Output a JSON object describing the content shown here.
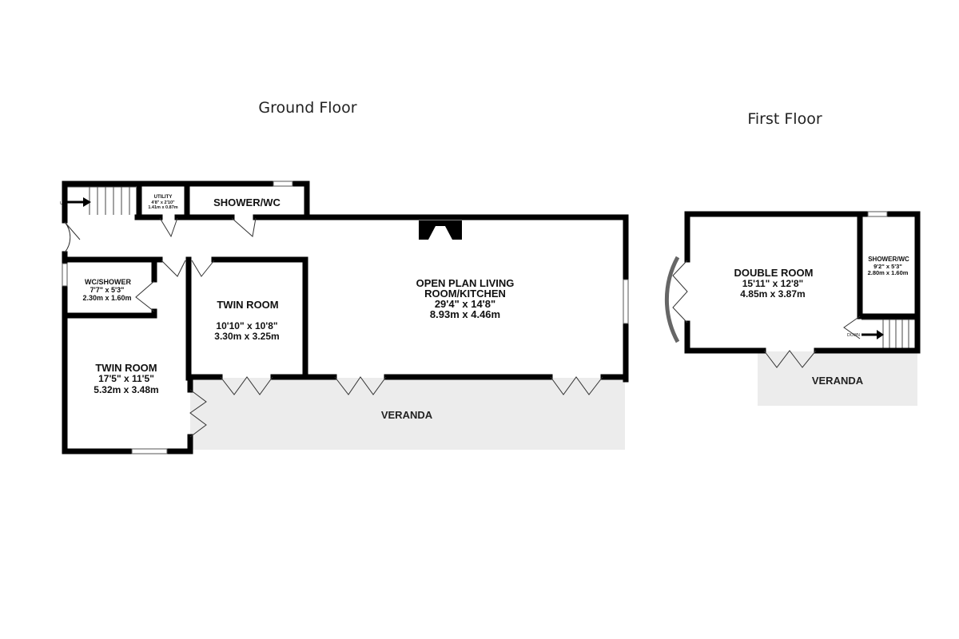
{
  "ground_floor": {
    "title": "Ground Floor",
    "up_label": "UP",
    "utility": {
      "name": "UTILITY",
      "imperial": "4'8\"  x 2'10\"",
      "metric": "1.41m  x 0.87m"
    },
    "shower_wc": {
      "name": "SHOWER/WC"
    },
    "wc_shower": {
      "name": "WC/SHOWER",
      "imperial": "7'7\"  x 5'3\"",
      "metric": "2.30m  x 1.60m"
    },
    "twin_room_small": {
      "name": "TWIN ROOM",
      "imperial": "10'10\"  x 10'8\"",
      "metric": "3.30m  x 3.25m"
    },
    "open_plan": {
      "name_line1": "OPEN PLAN LIVING",
      "name_line2": "ROOM/KITCHEN",
      "imperial": "29'4\"  x 14'8\"",
      "metric": "8.93m  x 4.46m"
    },
    "twin_room_large": {
      "name": "TWIN ROOM",
      "imperial": "17'5\"  x 11'5\"",
      "metric": "5.32m  x 3.48m"
    },
    "veranda": "VERANDA"
  },
  "first_floor": {
    "title": "First Floor",
    "double_room": {
      "name": "DOUBLE ROOM",
      "imperial": "15'11\"  x 12'8\"",
      "metric": "4.85m  x 3.87m"
    },
    "shower_wc": {
      "name": "SHOWER/WC",
      "imperial": "9'2\"  x 5'3\"",
      "metric": "2.80m  x 1.60m"
    },
    "down_label": "DOWN",
    "veranda": "VERANDA"
  }
}
